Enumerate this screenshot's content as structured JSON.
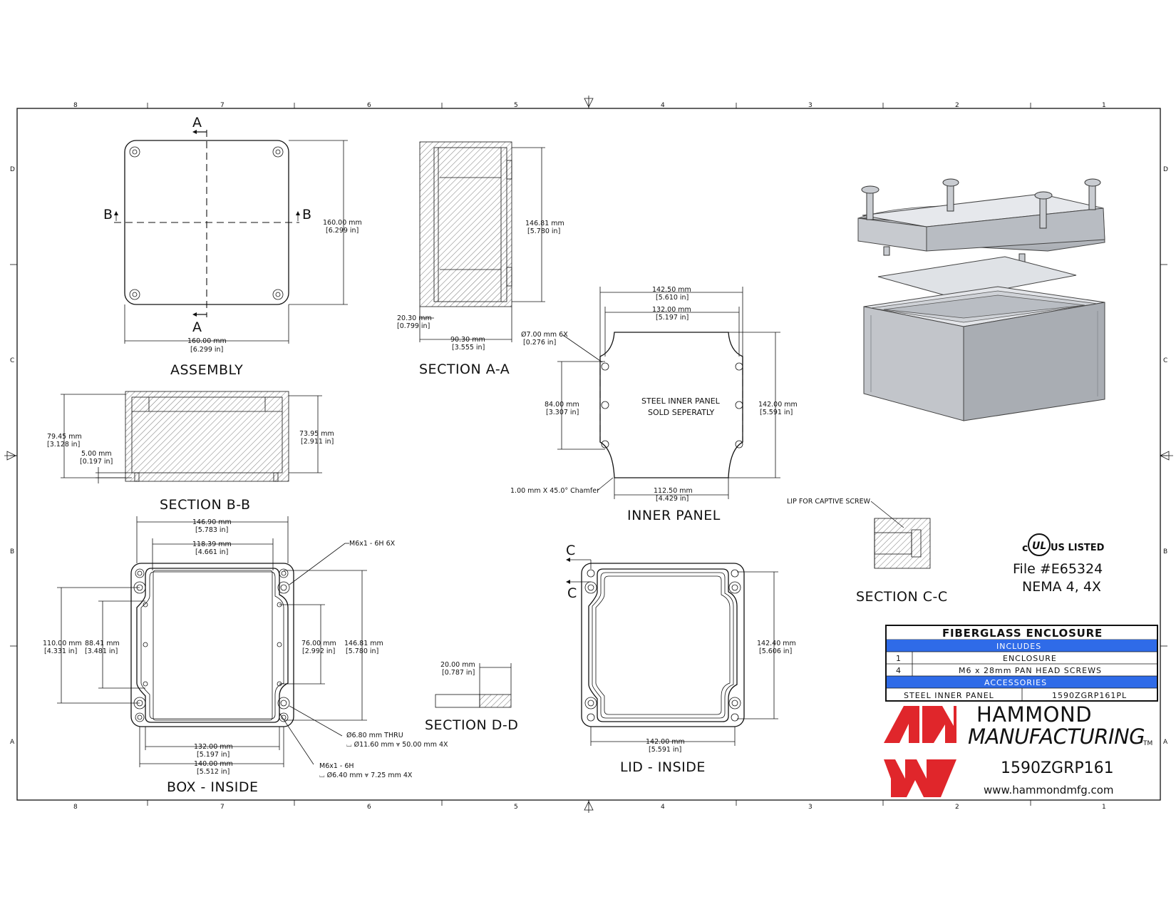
{
  "border": {
    "col_labels": [
      "8",
      "7",
      "6",
      "5",
      "4",
      "3",
      "2",
      "1"
    ],
    "row_labels": [
      "D",
      "C",
      "B",
      "A"
    ]
  },
  "views": {
    "assembly": {
      "title": "ASSEMBLY",
      "section_a": "A",
      "section_b": "B",
      "height_mm": "160.00 mm",
      "height_in": "[6.299 in]",
      "width_mm": "160.00 mm",
      "width_in": "[6.299 in]"
    },
    "section_aa": {
      "title": "SECTION  A-A",
      "inner_h_mm": "146.81 mm",
      "inner_h_in": "[5.780 in]",
      "wall_mm": "20.30 mm",
      "wall_in": "[0.799 in]",
      "depth_mm": "90.30 mm",
      "depth_in": "[3.555 in]"
    },
    "section_bb": {
      "title": "SECTION  B-B",
      "outer_h_mm": "79.45 mm",
      "outer_h_in": "[3.128 in]",
      "lip_mm": "5.00 mm",
      "lip_in": "[0.197 in]",
      "inner_h_mm": "73.95 mm",
      "inner_h_in": "[2.911 in]"
    },
    "inner_panel": {
      "title": "INNER PANEL",
      "note_line1": "STEEL INNER PANEL",
      "note_line2": "SOLD SEPERATLY",
      "w1_mm": "142.50 mm",
      "w1_in": "[5.610 in]",
      "w2_mm": "132.00 mm",
      "w2_in": "[5.197 in]",
      "hole_mm": "Ø7.00 mm 6X",
      "hole_in": "[0.276 in]",
      "pitch_mm": "84.00 mm",
      "pitch_in": "[3.307 in]",
      "h_mm": "142.00 mm",
      "h_in": "[5.591 in]",
      "chamfer": "1.00 mm X 45.0° Chamfer",
      "bottom_mm": "112.50 mm",
      "bottom_in": "[4.429 in]"
    },
    "box_inside": {
      "title": "BOX - INSIDE",
      "w1_mm": "146.90 mm",
      "w1_in": "[5.783 in]",
      "w2_mm": "118.39 mm",
      "w2_in": "[4.661 in]",
      "thread": "M6x1 - 6H 6X",
      "h1_mm": "110.00 mm",
      "h1_in": "[4.331 in]",
      "h2_mm": "88.41 mm",
      "h2_in": "[3.481 in]",
      "h3_mm": "76.00 mm",
      "h3_in": "[2.992 in]",
      "h4_mm": "146.81 mm",
      "h4_in": "[5.780 in]",
      "thru_line1": "Ø6.80 mm THRU",
      "thru_line2": "⌴ Ø11.60 mm ⩔ 50.00 mm 4X",
      "w3_mm": "132.00 mm",
      "w3_in": "[5.197 in]",
      "w4_mm": "140.00 mm",
      "w4_in": "[5.512 in]",
      "thread2_line1": "M6x1 - 6H",
      "thread2_line2": "⌴ Ø6.40 mm ⩔ 7.25 mm 4X"
    },
    "section_dd": {
      "title": "SECTION  D-D",
      "len_mm": "20.00 mm",
      "len_in": "[0.787 in]"
    },
    "lid_inside": {
      "title": "LID - INSIDE",
      "section_c": "C",
      "h_mm": "142.40 mm",
      "h_in": "[5.606 in]",
      "w_mm": "142.00 mm",
      "w_in": "[5.591 in]"
    },
    "section_cc": {
      "title": "SECTION  C-C",
      "note": "LIP FOR CAPTIVE SCREW"
    }
  },
  "certification": {
    "mark_left": "c",
    "mark_center": "UL",
    "mark_right": "US LISTED",
    "file": "File #E65324",
    "nema": "NEMA 4, 4X"
  },
  "title_block": {
    "title": "FIBERGLASS ENCLOSURE",
    "includes_header": "INCLUDES",
    "items": [
      {
        "qty": "1",
        "desc": "ENCLOSURE"
      },
      {
        "qty": "4",
        "desc": "M6 x 28mm PAN HEAD SCREWS"
      }
    ],
    "accessories_header": "ACCESSORIES",
    "accessory": {
      "desc": "STEEL INNER PANEL",
      "part": "1590ZGRP161PL"
    }
  },
  "brand": {
    "line1": "HAMMOND",
    "line2": "MANUFACTURING",
    "tm": "TM",
    "part_number": "1590ZGRP161",
    "website": "www.hammondmfg.com",
    "color_red": "#e0262b",
    "color_blue": "#2f6be8"
  }
}
